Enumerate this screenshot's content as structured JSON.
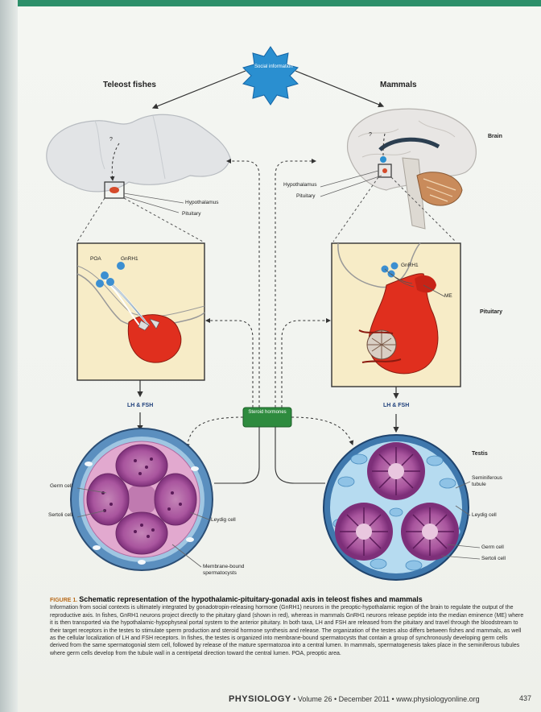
{
  "labels": {
    "social": "Social information",
    "teleost": "Teleost fishes",
    "mammals": "Mammals",
    "brain": "Brain",
    "q1": "?",
    "q2": "?",
    "hypothalamus": "Hypothalamus",
    "pituitary": "Pituitary",
    "poa": "POA",
    "gnrh1": "GnRH1",
    "me": "ME",
    "pituitary_heading": "Pituitary",
    "lh_fsh": "LH & FSH",
    "steroid": "Steroid hormones",
    "testis": "Testis",
    "germ_cell": "Germ cell",
    "sertoli_cell": "Sertoli cell",
    "leydig_cell": "Leydig cell",
    "membrane_bound": "Membrane-bound spermatocysts",
    "seminiferous": "Seminiferous tubule"
  },
  "caption": {
    "figure": "FIGURE 1.",
    "title": "Schematic representation of the hypothalamic-pituitary-gonadal axis in teleost fishes and mammals",
    "body": "Information from social contexts is ultimately integrated by gonadotropin-releasing hormone (GnRH1) neurons in the preoptic-hypothalamic region of the brain to regulate the output of the reproductive axis. In fishes, GnRH1 neurons project directly to the pituitary gland (shown in red), whereas in mammals GnRH1 neurons release peptide into the median eminence (ME) where it is then transported via the hypothalamic-hypophyseal portal system to the anterior pituitary. In both taxa, LH and FSH are released from the pituitary and travel through the bloodstream to their target receptors in the testes to stimulate sperm production and steroid hormone synthesis and release. The organization of the testes also differs between fishes and mammals, as well as the cellular localization of LH and FSH receptors. In fishes, the testes is organized into membrane-bound spermatocysts that contain a group of synchronously developing germ cells derived from the same spermatogonial stem cell, followed by release of the mature spermatozoa into a central lumen. In mammals, spermatogenesis takes place in the seminiferous tubules where germ cells develop from the tubule wall in a centripetal direction toward the central lumen. POA, preoptic area."
  },
  "footer": {
    "journal": "PHYSIOLOGY",
    "issue": "• Volume 26 • December 2011 • www.physiologyonline.org",
    "page": "437"
  }
}
